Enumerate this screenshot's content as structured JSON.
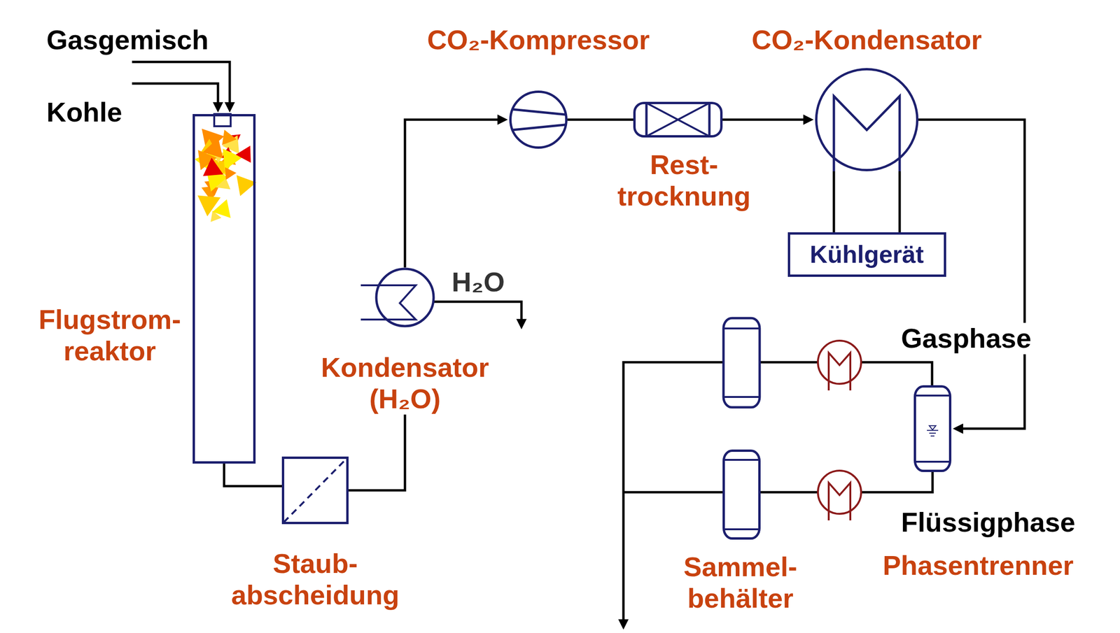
{
  "diagram": {
    "nodes": [
      {
        "text": [
          "Flugstrom- reaktor"
        ]
      },
      {
        "text": [
          "Staub- abscheidung"
        ]
      },
      {
        "text": [
          "Kondensator (H₂O)"
        ]
      },
      {
        "text": [
          "CO₂-Kompressor"
        ]
      },
      {
        "text": [
          "Rest- trocknung"
        ]
      },
      {
        "text": [
          "CO₂-Kondensator"
        ]
      },
      {
        "text": [
          "Kühlgerät"
        ]
      },
      {
        "text": [
          "Phasentrenner"
        ]
      },
      {
        "text": [
          "Sammel- behälter"
        ]
      }
    ],
    "edges": [
      {
        "from": 0,
        "to": 1,
        "arrow": "none"
      },
      {
        "from": 1,
        "to": 2,
        "arrow": "none"
      },
      {
        "from": 2,
        "to": 3,
        "arrow": "to"
      },
      {
        "from": 3,
        "to": 4,
        "arrow": "none"
      },
      {
        "from": 4,
        "to": 5,
        "arrow": "to"
      },
      {
        "from": 5,
        "to": 6,
        "arrow": "none"
      },
      {
        "from": 5,
        "to": 6,
        "arrow": "none"
      },
      {
        "from": 5,
        "to": 7,
        "arrow": "to"
      },
      {
        "from": 7,
        "to": 8,
        "arrow": "none"
      }
    ],
    "labels": [
      "Gasgemisch",
      "Kohle",
      "H₂O",
      "Gasphase",
      "Flüssigphase"
    ]
  }
}
